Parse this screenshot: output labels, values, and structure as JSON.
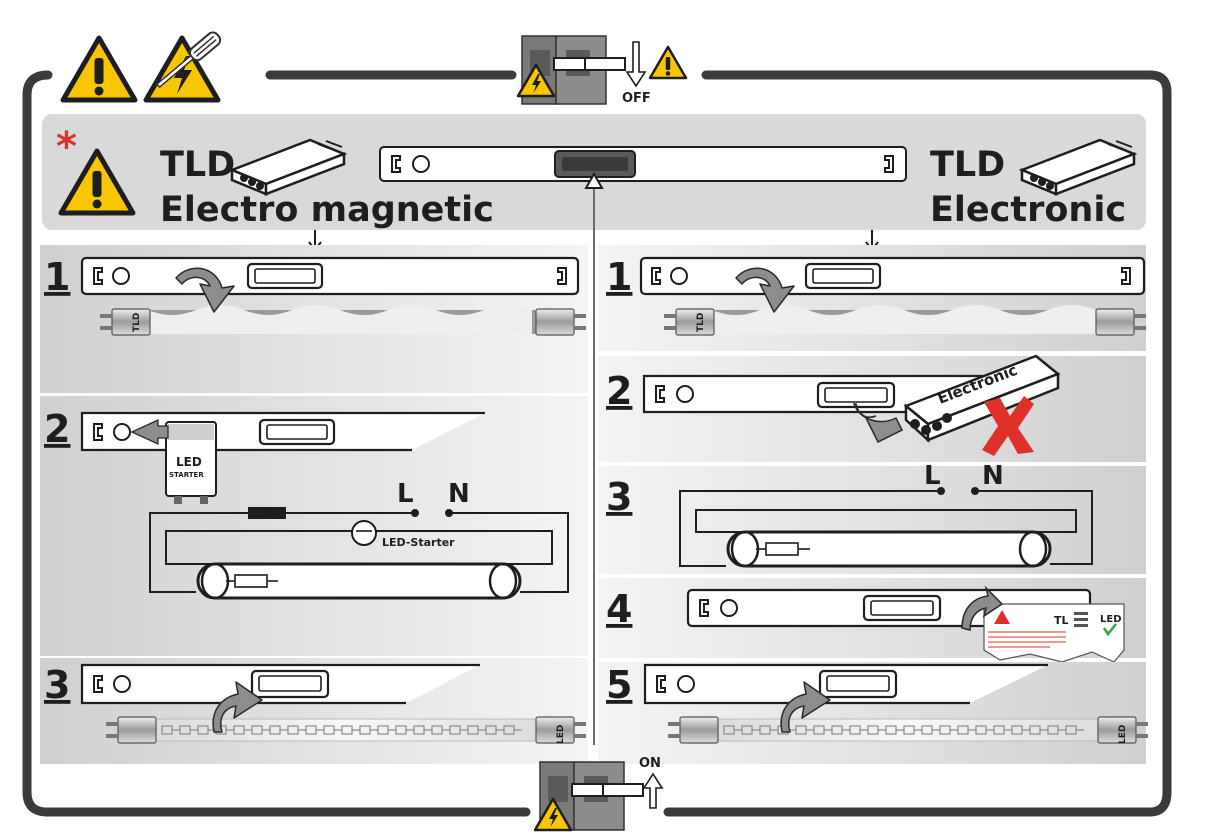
{
  "header": {
    "left_type": "TLD",
    "left_subtitle": "Electro magnetic",
    "right_type": "TLD",
    "right_subtitle": "Electronic",
    "asterisk": "*"
  },
  "switches": {
    "off_label": "OFF",
    "on_label": "ON"
  },
  "left_steps": [
    {
      "number": "1"
    },
    {
      "number": "2",
      "starter_label_1": "LED",
      "starter_label_2": "STARTER",
      "line_label": "L",
      "neutral_label": "N",
      "circuit_label": "LED-Starter"
    },
    {
      "number": "3"
    }
  ],
  "right_steps": [
    {
      "number": "1"
    },
    {
      "number": "2",
      "ballast_label": "Electronic"
    },
    {
      "number": "3",
      "line_label": "L",
      "neutral_label": "N"
    },
    {
      "number": "4",
      "sticker_brand": "TL",
      "sticker_led": "LED"
    },
    {
      "number": "5"
    }
  ],
  "tube_labels": {
    "tld": "TLD",
    "led": "LED"
  },
  "colors": {
    "panel_gray": "#d9d9d9",
    "frame": "#3b3b3b",
    "warning_yellow": "#f7c600",
    "red": "#e0302a",
    "tube_wave": "#9a9a9a"
  },
  "icons": [
    "warning-icon",
    "high-voltage-icon",
    "screwdriver-icon",
    "breaker-switch-icon",
    "ballast-icon",
    "led-starter-icon",
    "cross-icon",
    "check-icon"
  ]
}
